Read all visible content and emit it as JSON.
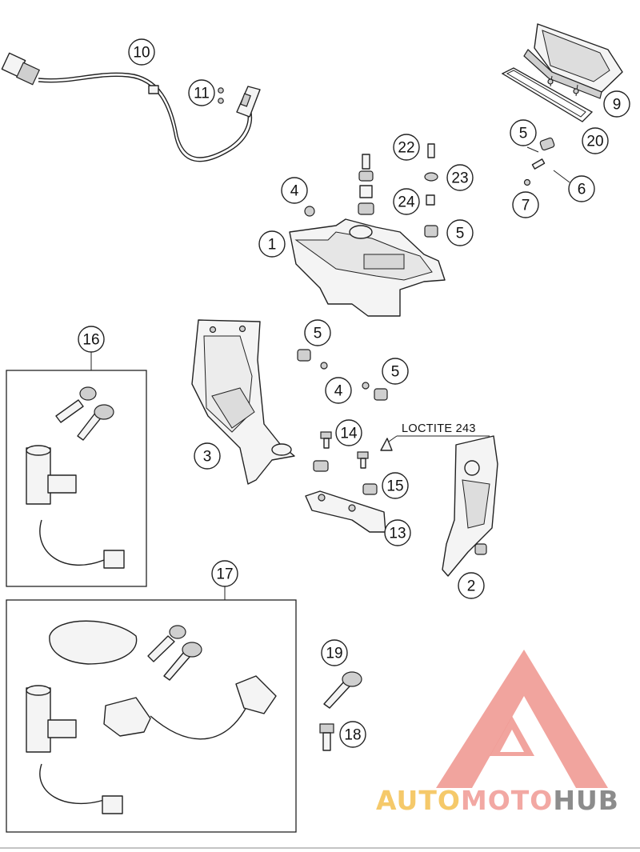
{
  "callouts": [
    {
      "id": "c10",
      "label": "10"
    },
    {
      "id": "c11",
      "label": "11"
    },
    {
      "id": "c9",
      "label": "9"
    },
    {
      "id": "c20",
      "label": "20"
    },
    {
      "id": "c5a",
      "label": "5"
    },
    {
      "id": "c6",
      "label": "6"
    },
    {
      "id": "c7",
      "label": "7"
    },
    {
      "id": "c22",
      "label": "22"
    },
    {
      "id": "c23",
      "label": "23"
    },
    {
      "id": "c24",
      "label": "24"
    },
    {
      "id": "c4a",
      "label": "4"
    },
    {
      "id": "c5b",
      "label": "5"
    },
    {
      "id": "c1",
      "label": "1"
    },
    {
      "id": "c16",
      "label": "16"
    },
    {
      "id": "c3",
      "label": "3"
    },
    {
      "id": "c5c",
      "label": "5"
    },
    {
      "id": "c4b",
      "label": "4"
    },
    {
      "id": "c5d",
      "label": "5"
    },
    {
      "id": "c14",
      "label": "14"
    },
    {
      "id": "c15",
      "label": "15"
    },
    {
      "id": "c13",
      "label": "13"
    },
    {
      "id": "c2",
      "label": "2"
    },
    {
      "id": "c17",
      "label": "17"
    },
    {
      "id": "c19",
      "label": "19"
    },
    {
      "id": "c18",
      "label": "18"
    }
  ],
  "note": {
    "text": "LOCTITE 243"
  },
  "watermark": {
    "part1": "AUTO",
    "part2": "MOTO",
    "part3": "HUB",
    "color1": "#f5c96a",
    "color2": "#f2a8a3",
    "color3": "#8c8c8c",
    "logo_color": "#ef9a94"
  },
  "colors": {
    "line": "#222222",
    "fill": "#f4f4f4"
  }
}
